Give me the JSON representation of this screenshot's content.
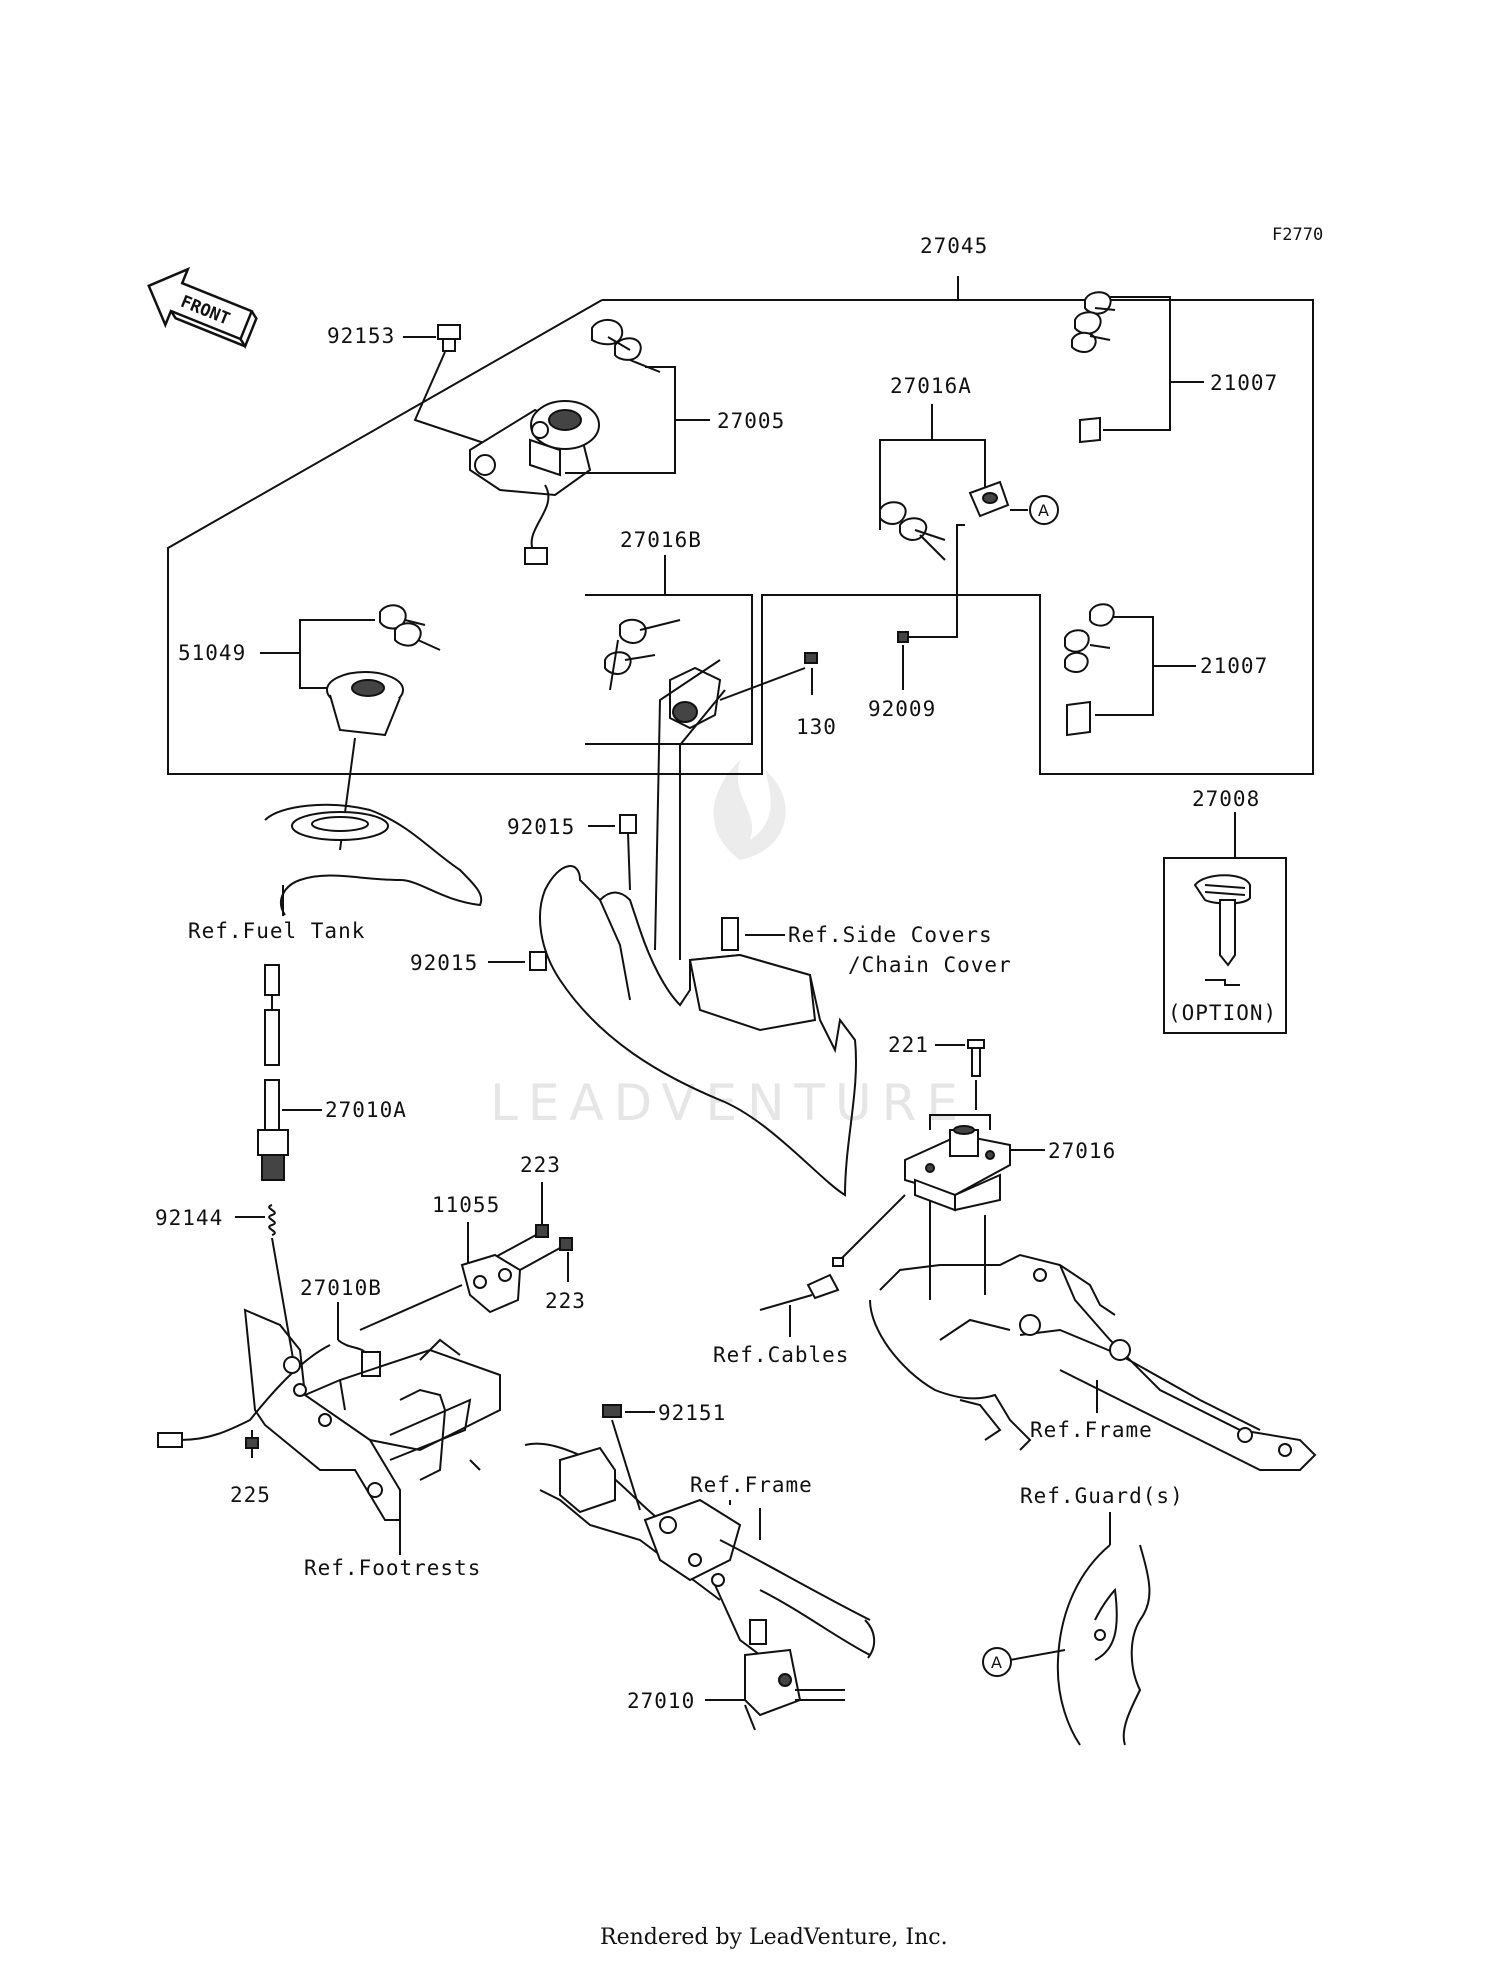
{
  "diagram": {
    "figure_code": "F2770",
    "direction_label": "FRONT",
    "watermark": "LEADVENTURE",
    "footer": "Rendered by LeadVenture, Inc.",
    "ref_marker": "A",
    "parts": {
      "p27045": "27045",
      "p92153": "92153",
      "p27005": "27005",
      "p27016A": "27016A",
      "p21007a": "21007",
      "p21007b": "21007",
      "p27016B": "27016B",
      "p51049": "51049",
      "p130": "130",
      "p92009": "92009",
      "p27008": "27008",
      "p92015a": "92015",
      "p92015b": "92015",
      "p221": "221",
      "p27016": "27016",
      "p27010A": "27010A",
      "p223a": "223",
      "p11055": "11055",
      "p92144": "92144",
      "p223b": "223",
      "p27010B": "27010B",
      "p92151": "92151",
      "p225": "225",
      "p27010": "27010"
    },
    "refs": {
      "fuel_tank": "Ref.Fuel Tank",
      "side_covers": "Ref.Side Covers",
      "chain_cover": "/Chain Cover",
      "cables": "Ref.Cables",
      "frame_right": "Ref.Frame",
      "frame_center": "Ref.Frame",
      "footrests": "Ref.Footrests",
      "guards": "Ref.Guard(s)",
      "option": "(OPTION)"
    }
  }
}
